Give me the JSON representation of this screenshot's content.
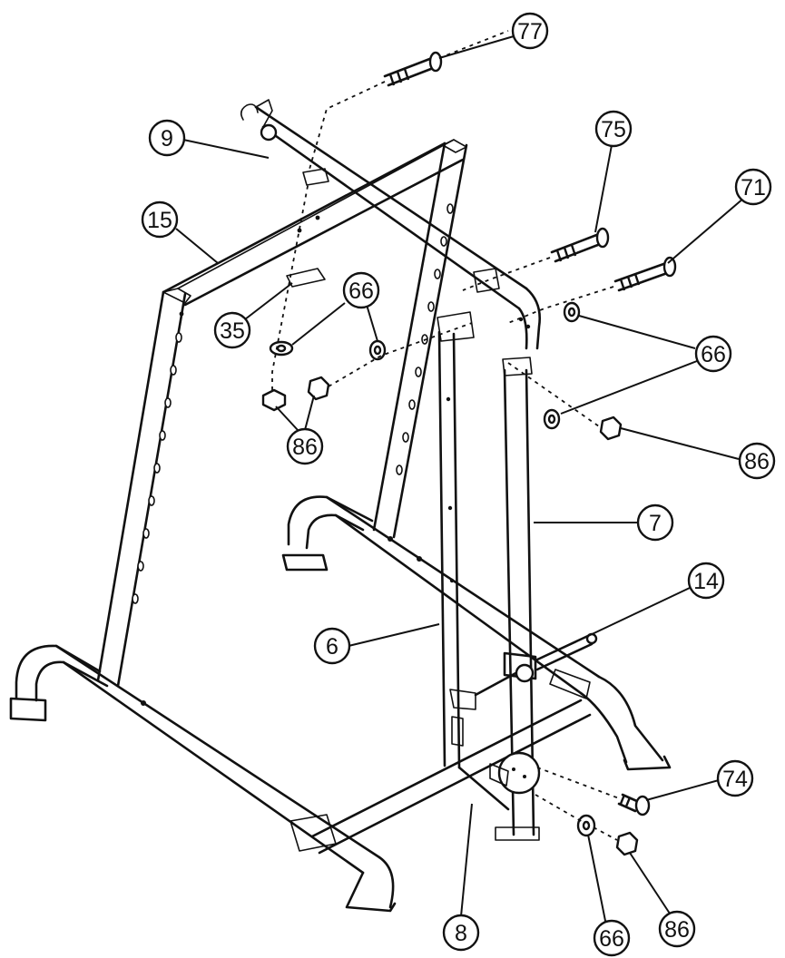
{
  "diagram": {
    "parts": [
      {
        "id": "part-9",
        "label": "9"
      },
      {
        "id": "part-15",
        "label": "15"
      },
      {
        "id": "part-35",
        "label": "35"
      },
      {
        "id": "part-66-a",
        "label": "66"
      },
      {
        "id": "part-86-a",
        "label": "86"
      },
      {
        "id": "part-77",
        "label": "77"
      },
      {
        "id": "part-75",
        "label": "75"
      },
      {
        "id": "part-71",
        "label": "71"
      },
      {
        "id": "part-66-b",
        "label": "66"
      },
      {
        "id": "part-66-c",
        "label": "66"
      },
      {
        "id": "part-86-b",
        "label": "86"
      },
      {
        "id": "part-7",
        "label": "7"
      },
      {
        "id": "part-14",
        "label": "14"
      },
      {
        "id": "part-6",
        "label": "6"
      },
      {
        "id": "part-74",
        "label": "74"
      },
      {
        "id": "part-8",
        "label": "8"
      },
      {
        "id": "part-66-d",
        "label": "66"
      },
      {
        "id": "part-86-c",
        "label": "86"
      }
    ]
  }
}
